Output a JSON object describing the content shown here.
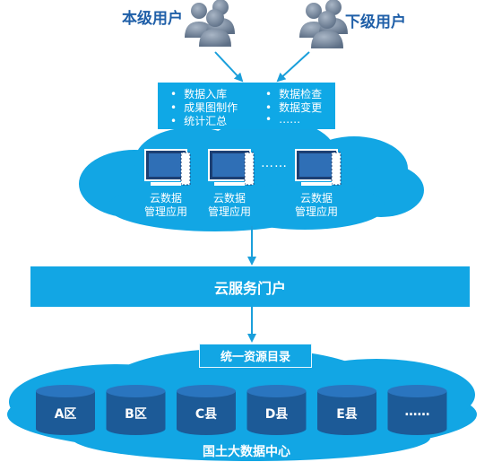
{
  "users": {
    "local": "本级用户",
    "sub": "下级用户"
  },
  "operations": {
    "left": [
      "数据入库",
      "成果图制作",
      "统计汇总"
    ],
    "right": [
      "数据检查",
      "数据变更",
      "……"
    ]
  },
  "cloud_apps": [
    "云数据管理应用",
    "云数据管理应用",
    "云数据管理应用"
  ],
  "cloud_apps_lines": [
    [
      "云数据",
      "管理应用"
    ],
    [
      "云数据",
      "管理应用"
    ],
    [
      "云数据",
      "管理应用"
    ]
  ],
  "cloud_apps_ellipsis": "……",
  "portal": "云服务门户",
  "catalog": "统一资源目录",
  "databases": [
    "A区",
    "B区",
    "C县",
    "D县",
    "E县",
    "……"
  ],
  "data_center": "国土大数据中心",
  "colors": {
    "cloud": "#12a6e4",
    "box": "#0fa8e6",
    "user_text": "#1f5fa8",
    "arrow": "#1a9fdb",
    "db_body": "#1c5a97",
    "db_top": "#2a75bf"
  }
}
